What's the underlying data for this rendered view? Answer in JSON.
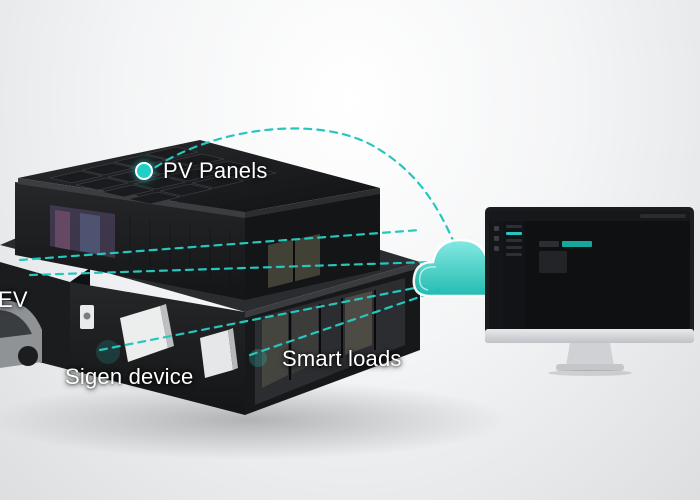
{
  "labels": {
    "pv_panels": "PV Panels",
    "ev": "EV",
    "sigen_device": "Sigen device",
    "smart_loads": "Smart loads"
  },
  "colors": {
    "accent": "#26c6bd",
    "building": "#1c1d1f",
    "background": "#eef0f1"
  },
  "icons": {
    "cloud": "cloud-icon",
    "pv_marker": "dot-marker-icon"
  }
}
